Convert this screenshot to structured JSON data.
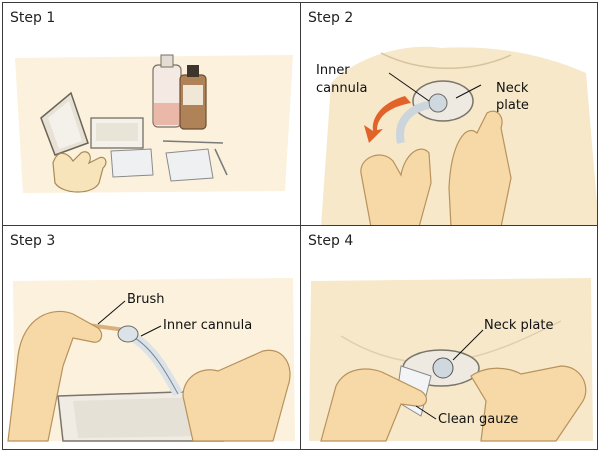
{
  "steps": [
    {
      "title": "Step 1",
      "labels": []
    },
    {
      "title": "Step 2",
      "labels": [
        "Inner",
        "cannula",
        "Neck",
        "plate"
      ]
    },
    {
      "title": "Step 3",
      "labels": [
        "Brush",
        "Inner cannula"
      ]
    },
    {
      "title": "Step 4",
      "labels": [
        "Neck plate",
        "Clean gauze"
      ]
    }
  ],
  "icons": [
    "mirror",
    "bottles",
    "tray",
    "gloves",
    "gauze",
    "hands",
    "brush",
    "tracheostomy-tube"
  ],
  "colors": {
    "skin": "#f7d9a8",
    "skin_shadow": "#d7ad72",
    "paper": "#f2eedf",
    "bg_skin": "#f6e8c9",
    "arrow": "#e2632a",
    "outline": "#5a5146"
  }
}
